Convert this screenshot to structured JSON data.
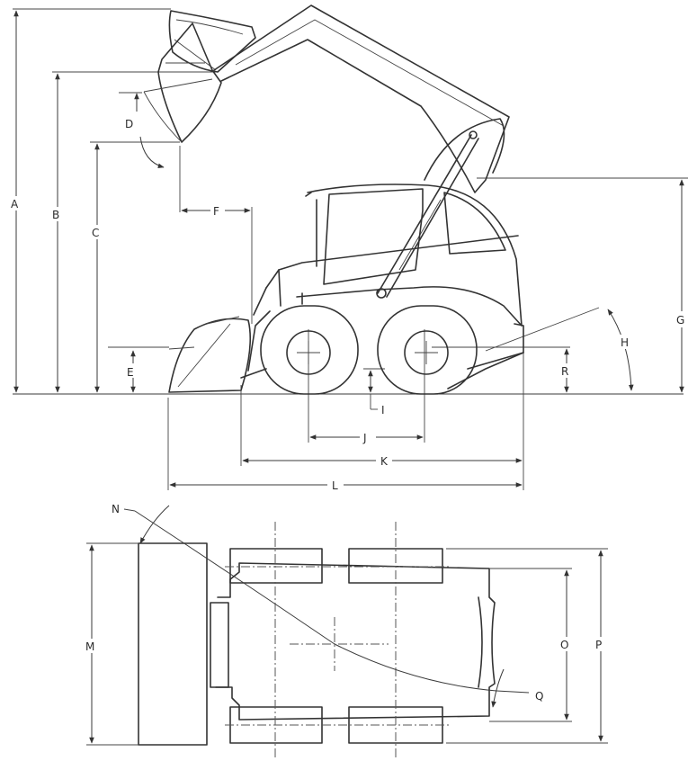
{
  "side_view": {
    "dimension_labels": {
      "A": "A",
      "B": "B",
      "C": "C",
      "D": "D",
      "E": "E",
      "F": "F",
      "G": "G",
      "H": "H",
      "I": "I",
      "J": "J",
      "K": "K",
      "L": "L",
      "R": "R"
    }
  },
  "top_view": {
    "dimension_labels": {
      "M": "M",
      "N": "N",
      "O": "O",
      "P": "P",
      "Q": "Q"
    }
  }
}
